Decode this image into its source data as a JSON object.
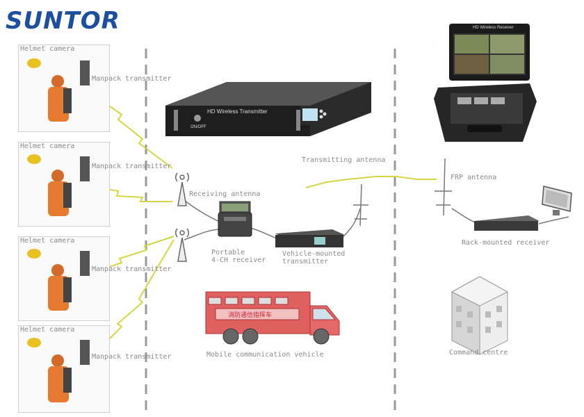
{
  "brand": {
    "logo": "SUNTOR",
    "accent": "#1d4f9e"
  },
  "units": [
    {
      "camera_label": "Helmet camera",
      "transmitter_label": "Manpack transmitter"
    },
    {
      "camera_label": "Helmet camera",
      "transmitter_label": "Manpack transmitter"
    },
    {
      "camera_label": "Helmet camera",
      "transmitter_label": "Manpack transmitter"
    },
    {
      "camera_label": "Helmet camera",
      "transmitter_label": "Manpack transmitter"
    }
  ],
  "devices": {
    "rack_transmitter_title": "HD Wireless Transmitter",
    "rack_button": "ON/OFF",
    "portable_receiver_title": "HD Wireless Receiver"
  },
  "labels": {
    "receiving_antenna": "Receiving antenna",
    "transmitting_antenna": "Transmitting antenna",
    "portable_receiver": "Portable\n4-CH receiver",
    "vehicle_transmitter": "Vehicle-mounted\ntransmitter",
    "mobile_vehicle": "Mobile communication vehicle",
    "frp_antenna": "FRP antenna",
    "rack_receiver": "Rack-mounted receiver",
    "command_centre": "Command centre",
    "vehicle_side_text": "消防通信指挥车"
  }
}
